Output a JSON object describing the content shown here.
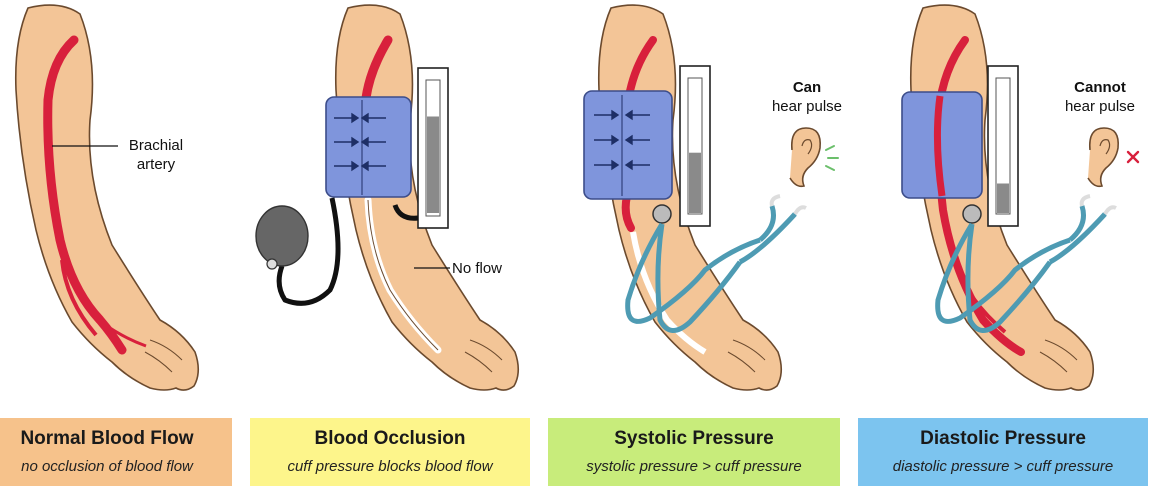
{
  "panels": [
    {
      "title": "Normal Blood Flow",
      "subtitle": "no occlusion of blood flow",
      "color": "#f6c28b"
    },
    {
      "title": "Blood Occlusion",
      "subtitle": "cuff pressure blocks blood flow",
      "color": "#fdf58b"
    },
    {
      "title": "Systolic Pressure",
      "subtitle": "systolic pressure > cuff pressure",
      "color": "#c8ec7b"
    },
    {
      "title": "Diastolic Pressure",
      "subtitle": "diastolic pressure > cuff pressure",
      "color": "#7cc4ef"
    }
  ],
  "annotations": {
    "brachial_line1": "Brachial",
    "brachial_line2": "artery",
    "no_flow": "No flow",
    "can": "Can",
    "can_hear": "hear pulse",
    "cannot": "Cannot",
    "cannot_hear": "hear pulse"
  },
  "colors": {
    "skin": "#f3c597",
    "skin_outline": "#6b4a2e",
    "artery": "#d8203c",
    "cuff": "#7f95dc",
    "tube": "#4e9bb3"
  },
  "gauge_fill_levels": {
    "occlusion": 0.72,
    "systolic": 0.45,
    "diastolic": 0.22
  },
  "icons": {
    "ear": "ear-icon",
    "sound_waves": "sound-waves-icon",
    "no_sound": "cross-icon",
    "bulb": "pump-bulb-icon",
    "stethoscope": "stethoscope-icon",
    "manometer": "manometer-icon"
  }
}
